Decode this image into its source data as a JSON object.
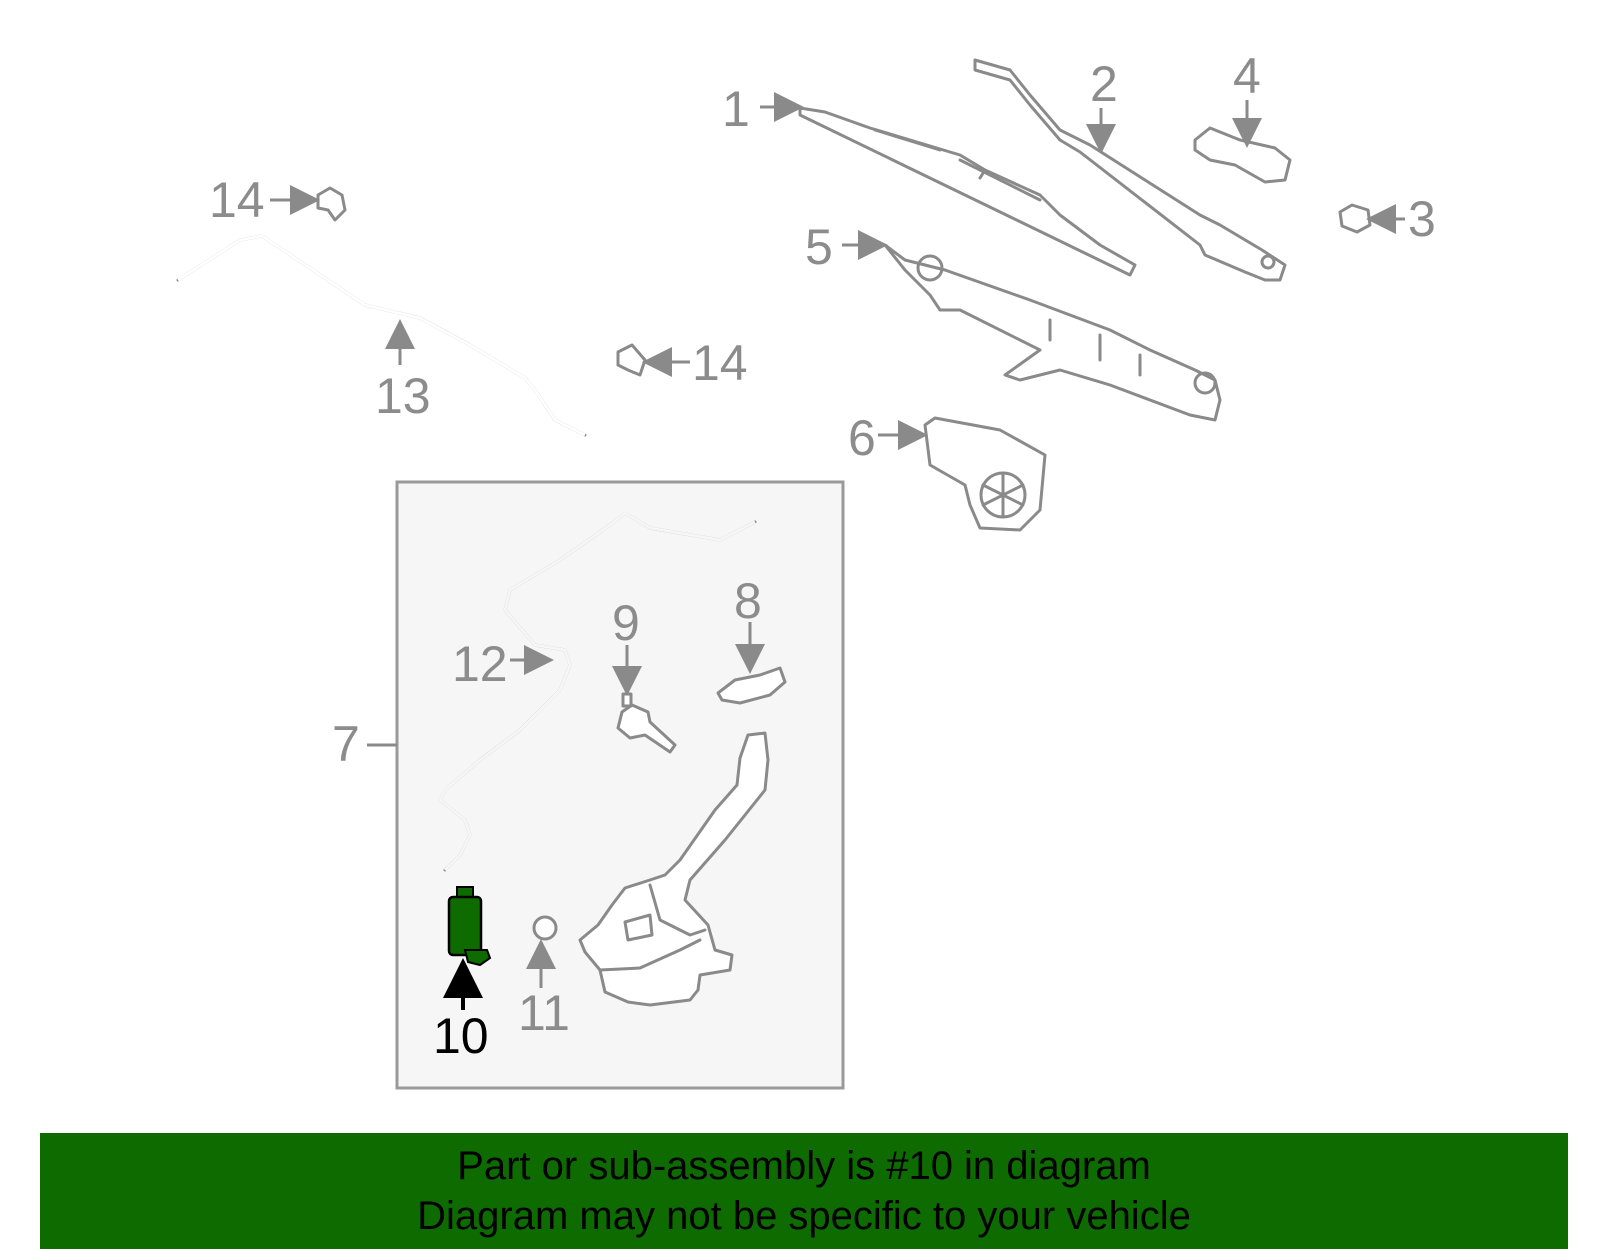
{
  "callouts": {
    "c1": "1",
    "c2": "2",
    "c3": "3",
    "c4": "4",
    "c5": "5",
    "c6": "6",
    "c7": "7",
    "c8": "8",
    "c9": "9",
    "c10": "10",
    "c11": "11",
    "c12": "12",
    "c13": "13",
    "c14a": "14",
    "c14b": "14"
  },
  "highlighted_part": "10",
  "colors": {
    "highlight": "#0d6b00",
    "line": "#8a8a8a",
    "box_bg": "#f6f6f6"
  },
  "banner": {
    "line1": "Part or sub-assembly is #10 in diagram",
    "line2": "Diagram may not be specific to your vehicle"
  }
}
